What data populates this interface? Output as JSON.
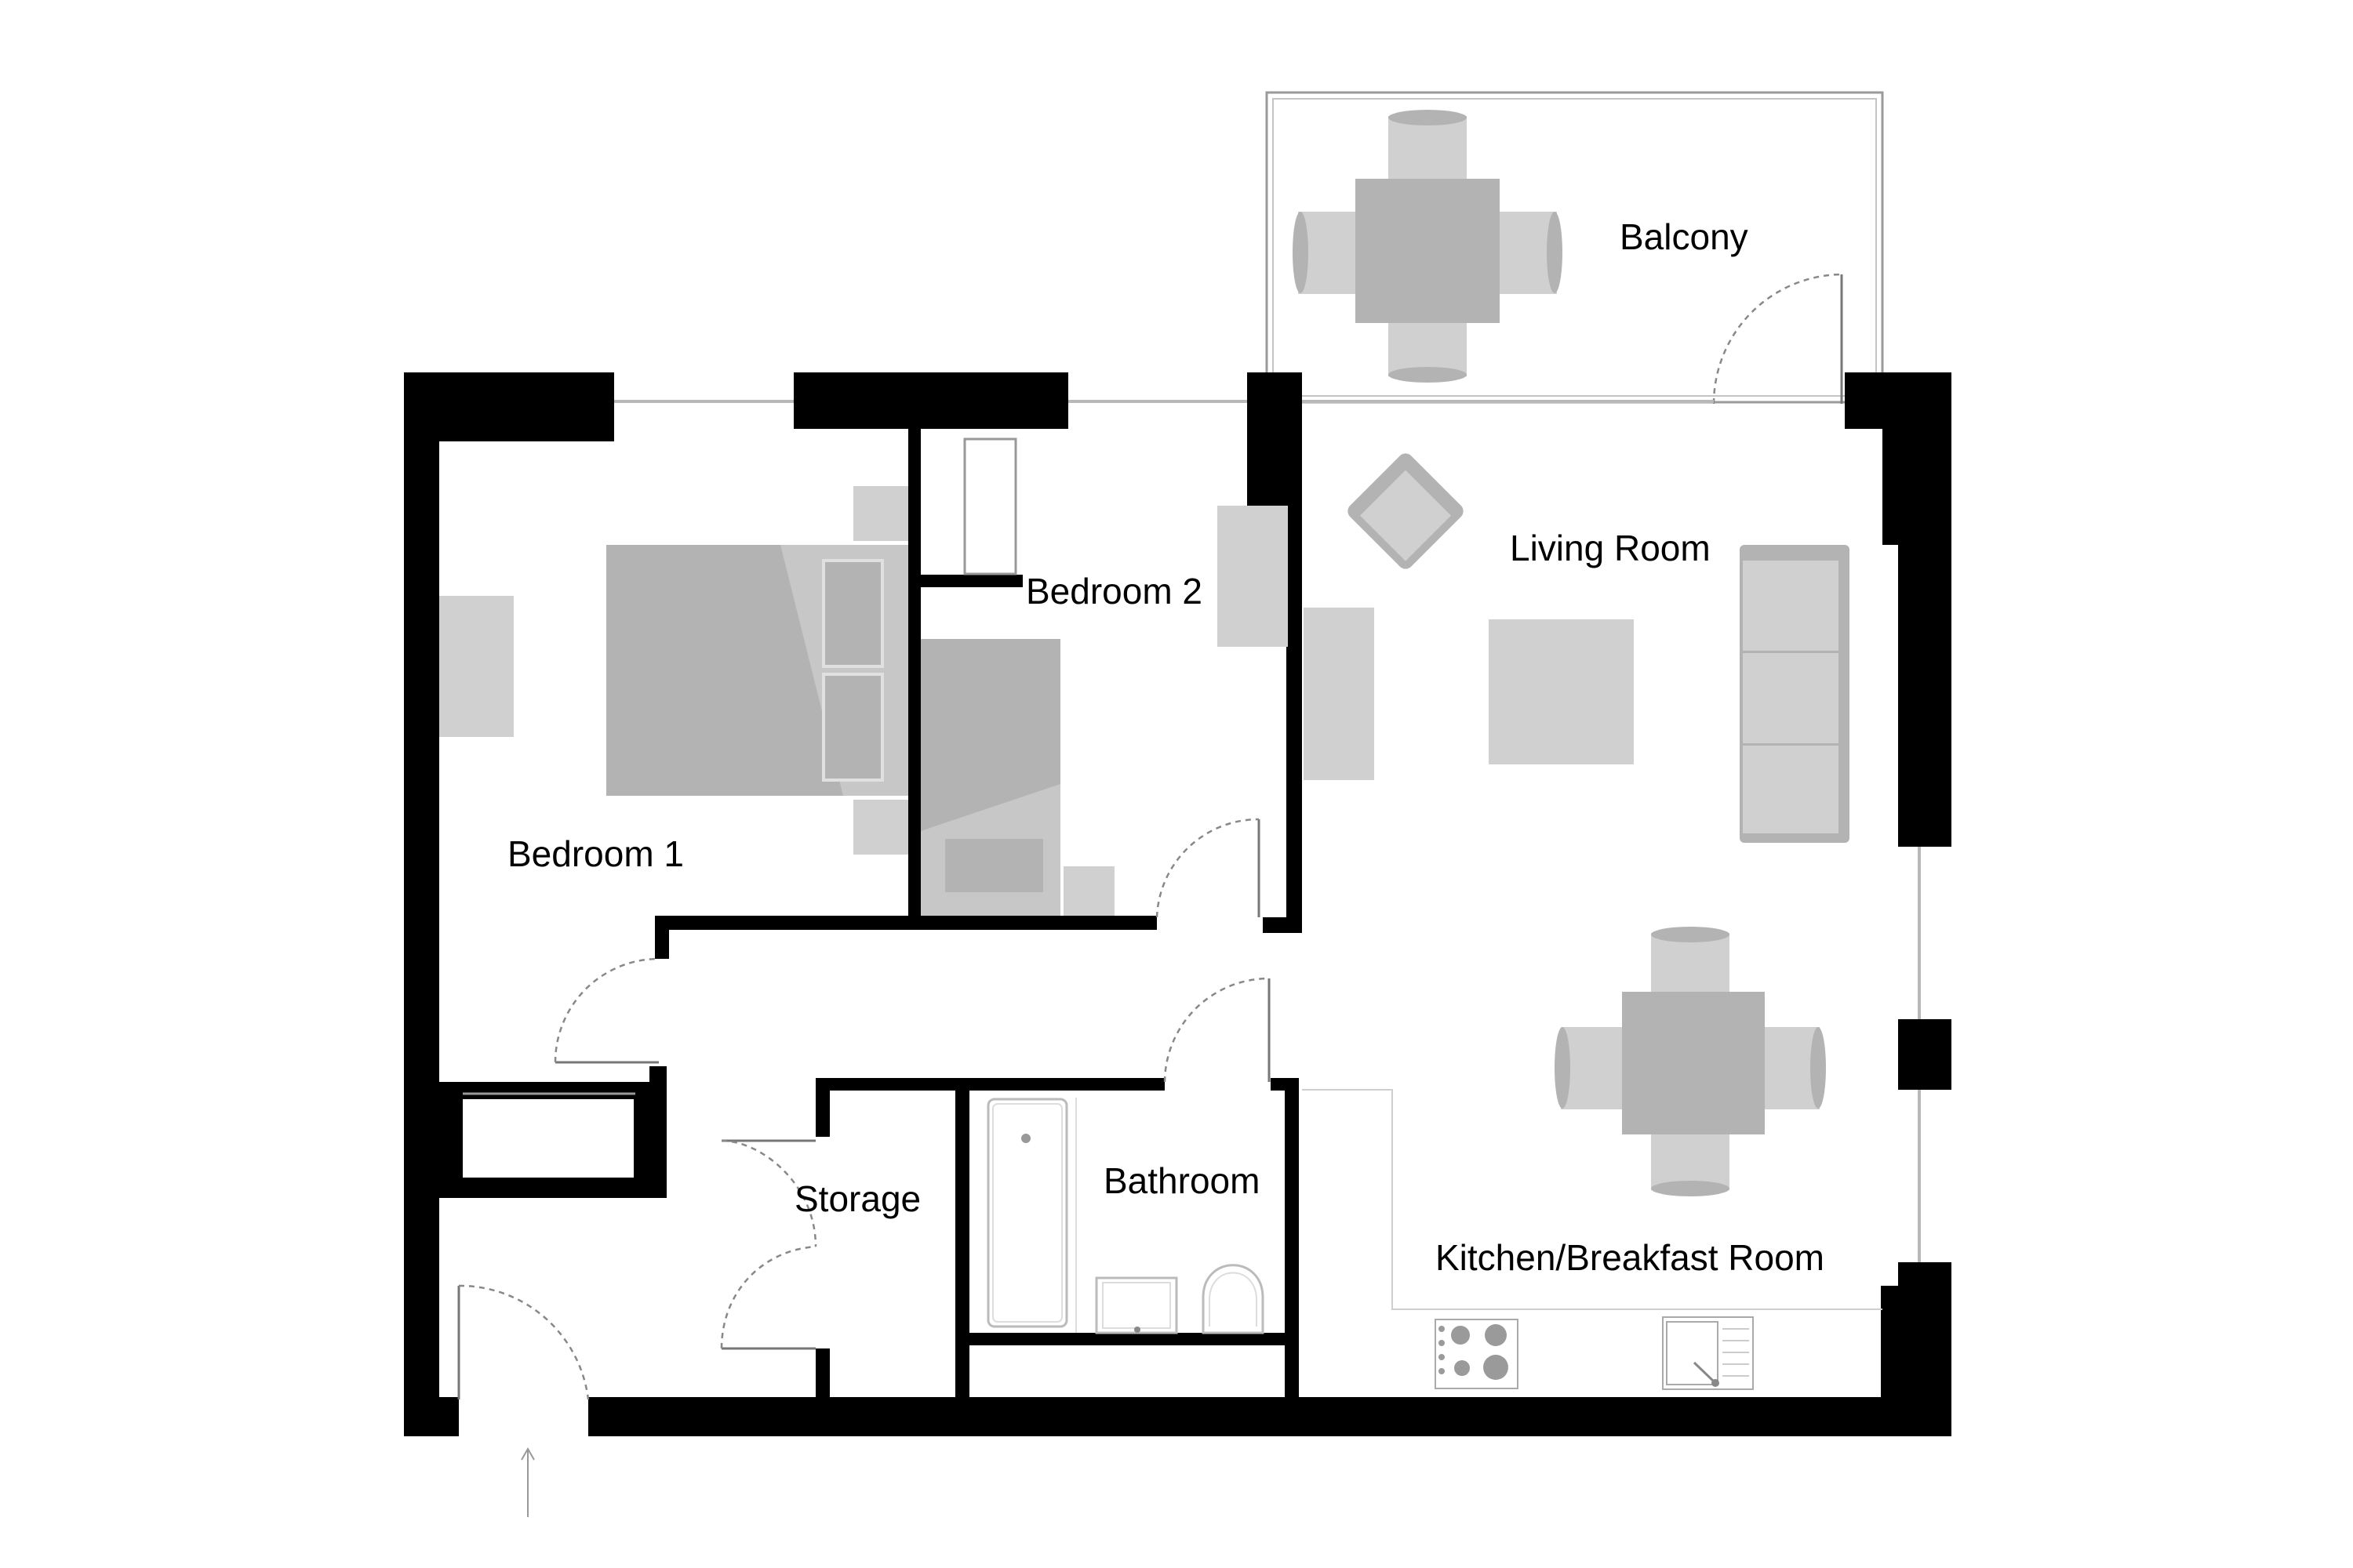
{
  "rooms": {
    "balcony": "Balcony",
    "living_room": "Living Room",
    "bedroom_2": "Bedroom 2",
    "bedroom_1": "Bedroom 1",
    "storage": "Storage",
    "bathroom": "Bathroom",
    "kitchen": "Kitchen/Breakfast Room"
  },
  "colors": {
    "wall": "#000000",
    "furniture_light": "#d0d0d0",
    "furniture_dark": "#b3b3b3",
    "background": "#ffffff"
  },
  "icons": [
    "entrance-arrow-icon",
    "hob-icon",
    "sink-icon",
    "toilet-icon",
    "bath-icon"
  ]
}
